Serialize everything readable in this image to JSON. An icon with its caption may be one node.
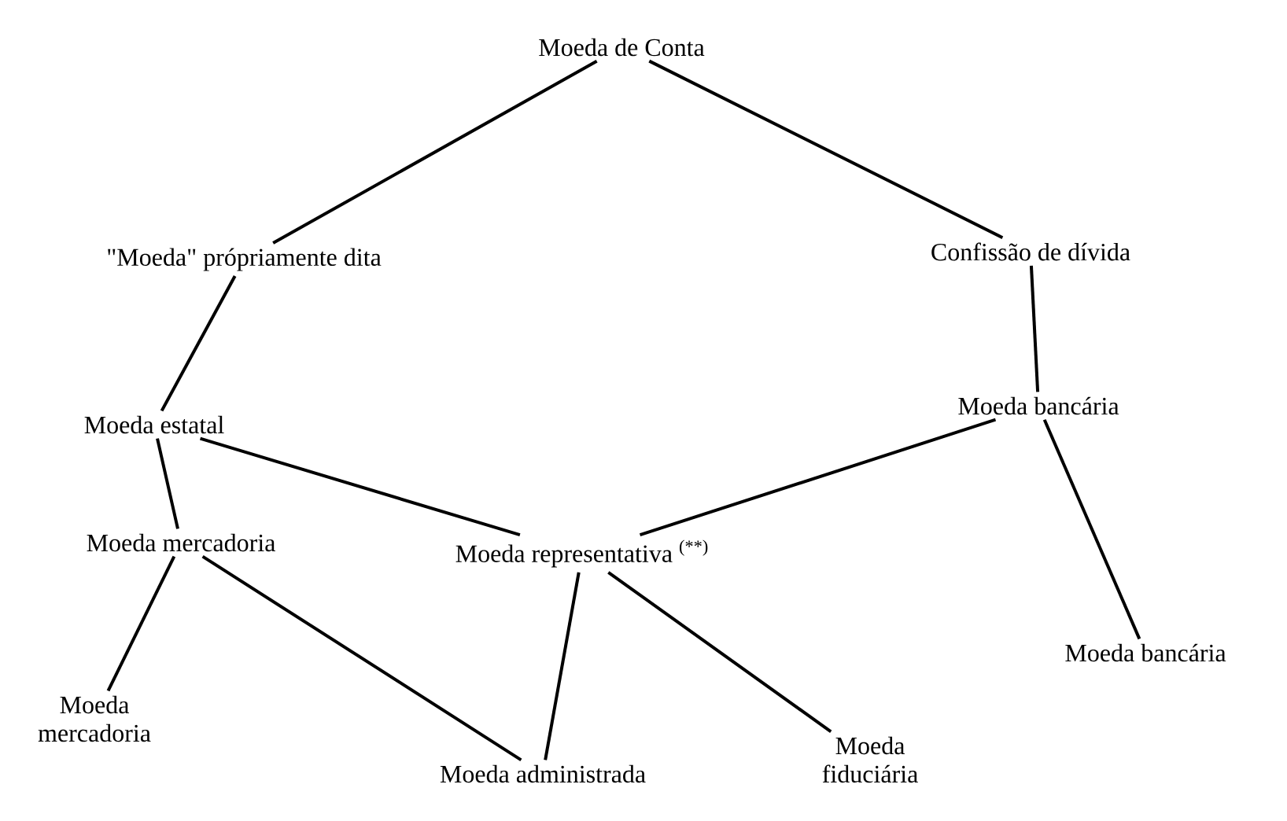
{
  "diagram": {
    "nodes": [
      {
        "text": [
          "Moeda de Conta"
        ]
      },
      {
        "text": [
          "\"Moeda\" própriamente dita"
        ]
      },
      {
        "text": [
          "Confissão de dívida"
        ]
      },
      {
        "text": [
          "Moeda estatal"
        ]
      },
      {
        "text": [
          "Moeda bancária"
        ]
      },
      {
        "text": [
          "Moeda mercadoria"
        ]
      },
      {
        "text": [
          "Moeda representativa $^{(**)}$"
        ]
      },
      {
        "text": [
          "Moeda bancária"
        ]
      },
      {
        "text": [
          "Moeda mercadoria"
        ]
      },
      {
        "text": [
          "Moeda administrada"
        ]
      },
      {
        "text": [
          "Moeda fiduciária"
        ]
      }
    ],
    "edges": [
      {
        "from": 0,
        "to": 1,
        "arrow": "none"
      },
      {
        "from": 0,
        "to": 2,
        "arrow": "none"
      },
      {
        "from": 1,
        "to": 3,
        "arrow": "none"
      },
      {
        "from": 2,
        "to": 4,
        "arrow": "none"
      },
      {
        "from": 3,
        "to": 5,
        "arrow": "none"
      },
      {
        "from": 3,
        "to": 6,
        "arrow": "none"
      },
      {
        "from": 4,
        "to": 6,
        "arrow": "none"
      },
      {
        "from": 4,
        "to": 7,
        "arrow": "none"
      },
      {
        "from": 5,
        "to": 8,
        "arrow": "none"
      },
      {
        "from": 5,
        "to": 9,
        "arrow": "none"
      },
      {
        "from": 6,
        "to": 9,
        "arrow": "none"
      },
      {
        "from": 6,
        "to": 10,
        "arrow": "none"
      }
    ]
  }
}
